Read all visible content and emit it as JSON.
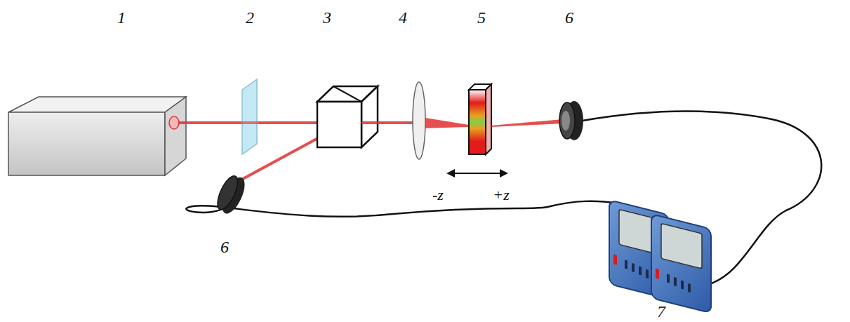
{
  "diagram": {
    "labels": [
      "1",
      "2",
      "3",
      "4",
      "5",
      "6",
      "-z",
      "+z",
      "6",
      "7"
    ]
  }
}
